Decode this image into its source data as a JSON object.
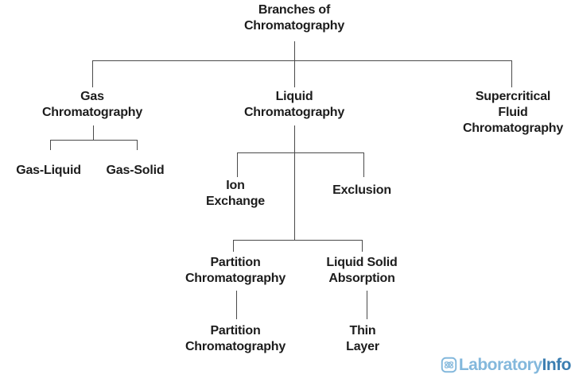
{
  "diagram": {
    "title": "Branches of\nChromatography",
    "nodes": {
      "gas": "Gas\nChromatography",
      "liquid": "Liquid\nChromatography",
      "supercritical": "Supercritical\nFluid\nChromatography",
      "gas_liquid": "Gas-Liquid",
      "gas_solid": "Gas-Solid",
      "ion_exchange": "Ion\nExchange",
      "exclusion": "Exclusion",
      "partition": "Partition\nChromatography",
      "liquid_solid": "Liquid Solid\nAbsorption",
      "partition_child": "Partition\nChromatography",
      "thin_layer": "Thin\nLayer"
    },
    "colors": {
      "text": "#1c1c1c",
      "line": "#4a4a4a",
      "background": "#ffffff"
    }
  },
  "branding": {
    "logo_primary": "Laboratory",
    "logo_secondary": "Info",
    "icon": "atom-badge-icon",
    "colors": {
      "primary": "#83b8dc",
      "secondary": "#3b7eb1"
    }
  }
}
